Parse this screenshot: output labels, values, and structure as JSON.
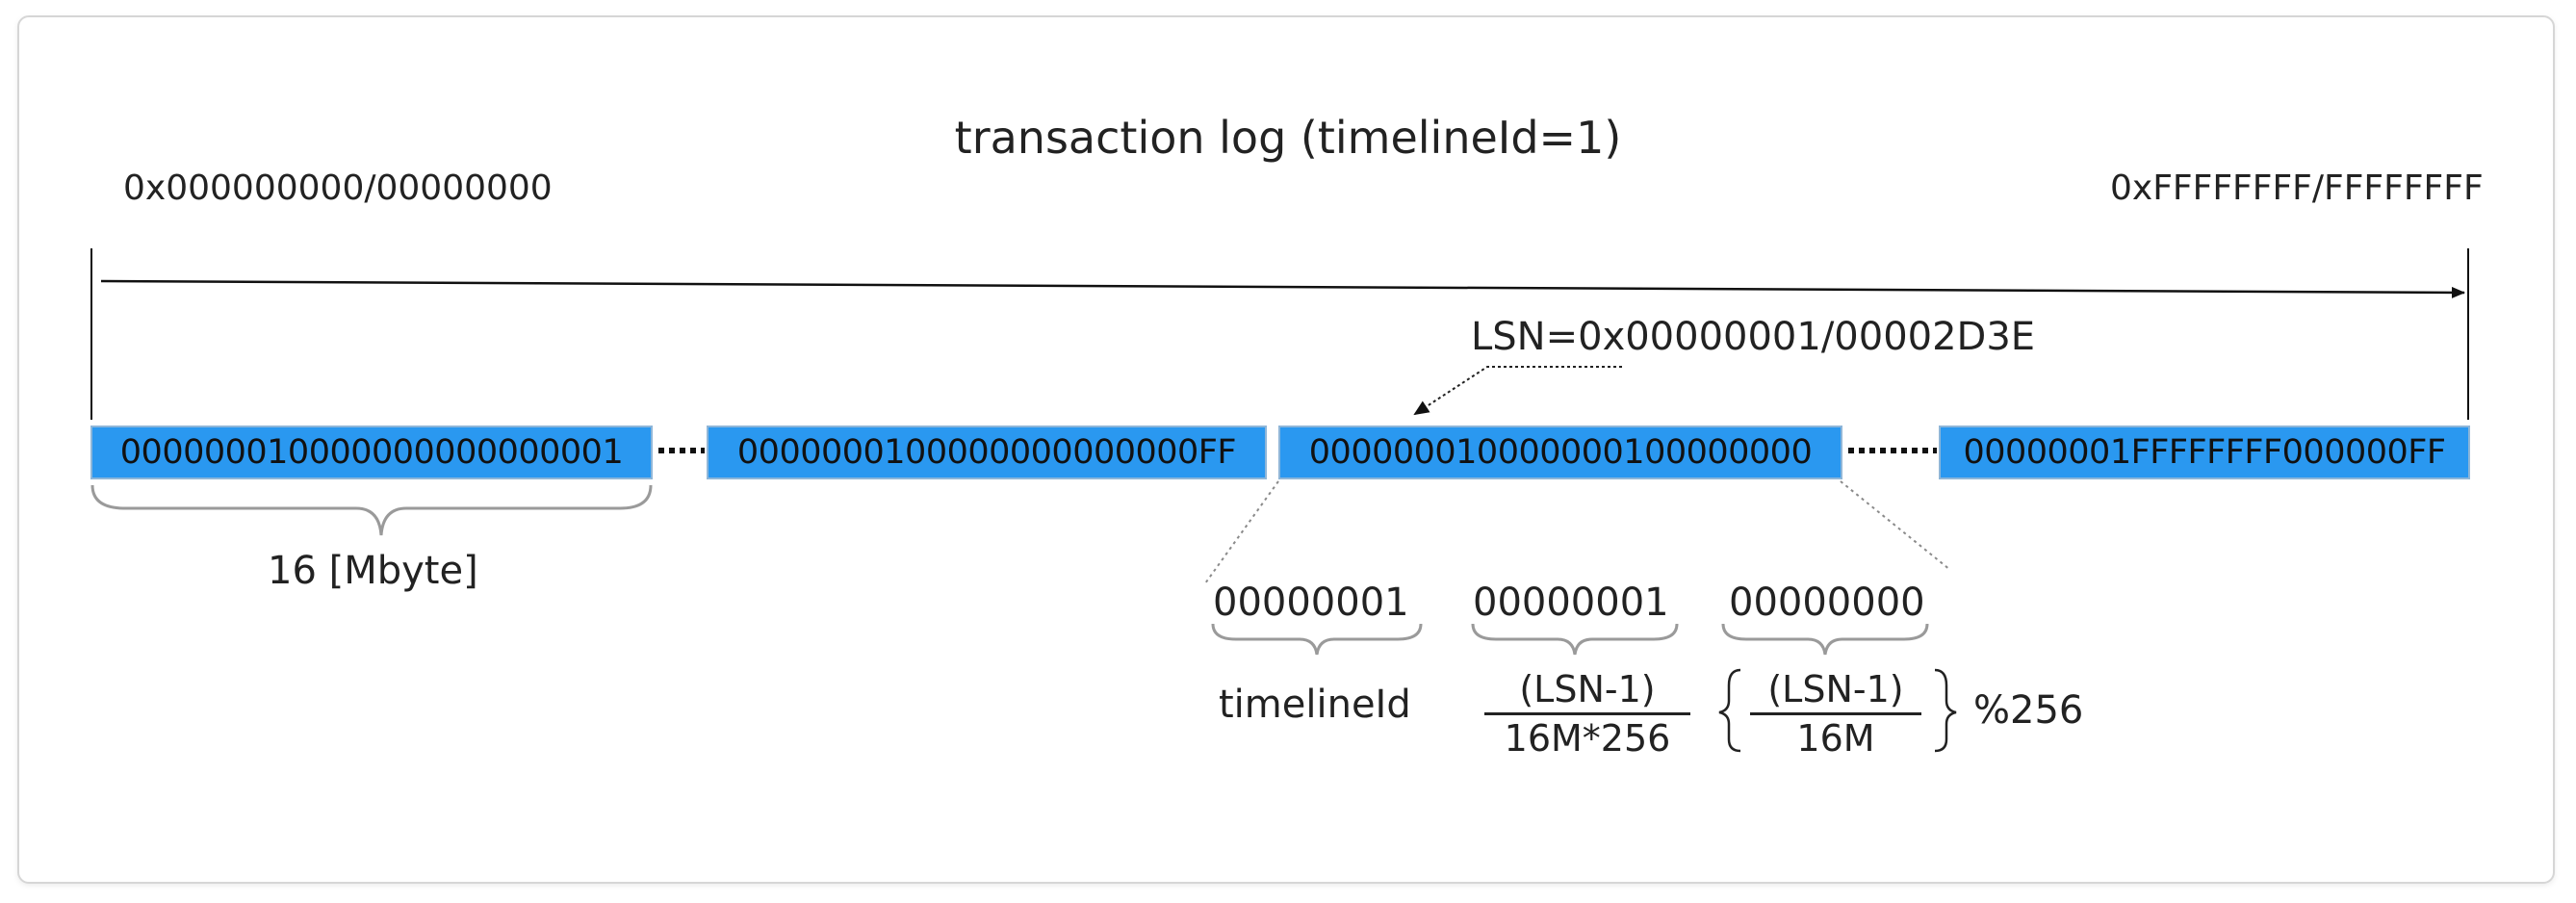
{
  "title": "transaction log (timelineId=1)",
  "start_address": "0x000000000/00000000",
  "end_address": "0xFFFFFFFF/FFFFFFFF",
  "lsn_label": "LSN=0x00000001/00002D3E",
  "segments": [
    "000000010000000000000001",
    "0000000100000000000000FF",
    "000000010000000100000000",
    "00000001FFFFFFFF000000FF"
  ],
  "segment_size": "16 [Mbyte]",
  "components": [
    {
      "value": "00000001",
      "label": "timelineId"
    },
    {
      "value": "00000001",
      "numerator": "(LSN-1)",
      "denominator": "16M*256"
    },
    {
      "value": "00000000",
      "numerator": "(LSN-1)",
      "denominator": "16M",
      "suffix": "%256"
    }
  ],
  "colors": {
    "segment_fill": "#2a98f0",
    "segment_border": "#8fb6d8"
  }
}
